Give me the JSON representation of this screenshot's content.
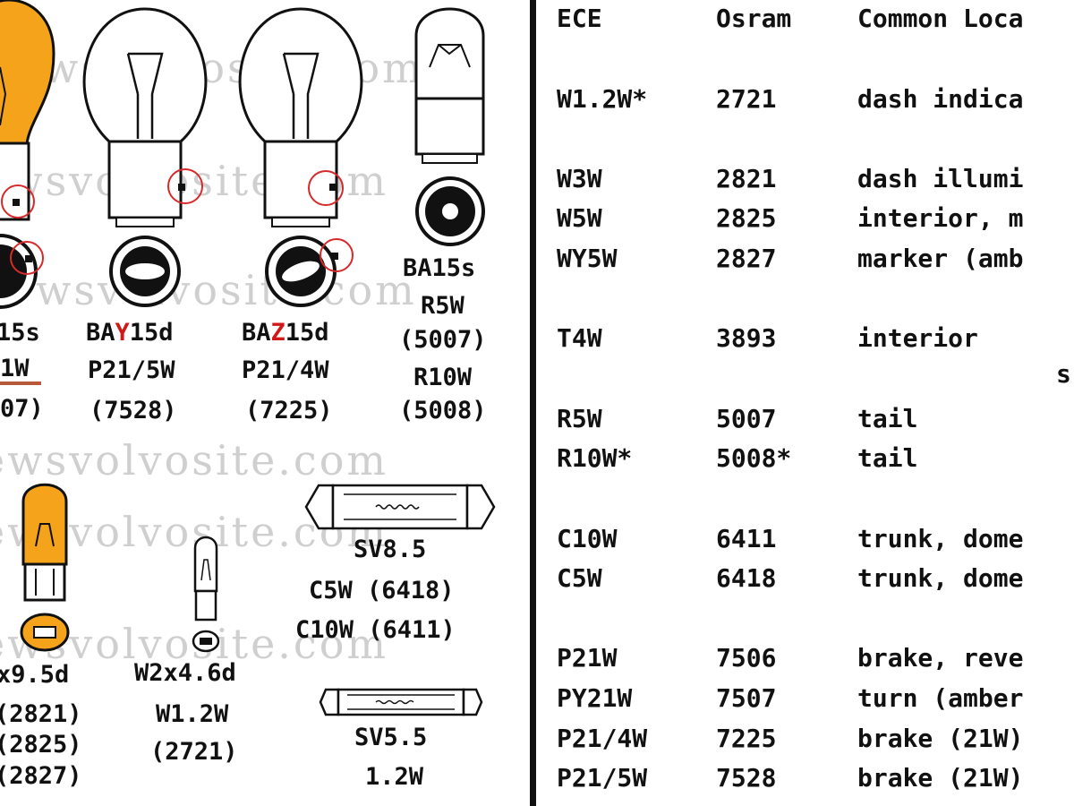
{
  "bulbs": {
    "b1": {
      "base": "15s",
      "type": "1W",
      "num": "07)"
    },
    "b2": {
      "base_pre": "BA",
      "base_red": "Y",
      "base_post": "15d",
      "type": "P21/5W",
      "num": "(7528)"
    },
    "b3": {
      "base_pre": "BA",
      "base_red": "Z",
      "base_post": "15d",
      "type": "P21/4W",
      "num": "(7225)"
    },
    "b4": {
      "base": "BA15s",
      "type1": "R5W",
      "num1": "(5007)",
      "type2": "R10W",
      "num2": "(5008)"
    },
    "b5": {
      "base": "x9.5d",
      "n1": "(2821)",
      "n2": "(2825)",
      "n3": "(2827)"
    },
    "b6": {
      "base": "W2x4.6d",
      "type": "W1.2W",
      "num": "(2721)"
    },
    "f1": {
      "base": "SV8.5",
      "l1": "C5W (6418)",
      "l2": "C10W (6411)"
    },
    "f2": {
      "base": "SV5.5",
      "l1": "1.2W"
    }
  },
  "watermark": [
    "wsvolvosite.com",
    "ewsvolvosite.com",
    "wsvolvosite.com",
    "ewsvolvosite.com",
    "ewsvolvosite.com",
    "ewsvolvosite.com"
  ],
  "colors": {
    "amber": "#f5a31b",
    "red_circle": "#d62a2a",
    "ink": "#111111"
  },
  "table": {
    "header": {
      "ece": "ECE",
      "osram": "Osram",
      "loc": "Common Loca"
    },
    "rows": [
      {
        "ece": "W1.2W*",
        "osram": "2721",
        "loc": "dash indica"
      },
      {
        "ece": "W3W",
        "osram": "2821",
        "loc": "dash illumi"
      },
      {
        "ece": "W5W",
        "osram": "2825",
        "loc": "interior, m"
      },
      {
        "ece": "WY5W",
        "osram": "2827",
        "loc": "marker (amb"
      },
      {
        "ece": "T4W",
        "osram": "3893",
        "loc": "interior"
      },
      {
        "ece": "",
        "osram": "",
        "loc": "s"
      },
      {
        "ece": "R5W",
        "osram": "5007",
        "loc": "tail"
      },
      {
        "ece": "R10W*",
        "osram": "5008*",
        "loc": "tail"
      },
      {
        "ece": "C10W",
        "osram": "6411",
        "loc": "trunk, dome"
      },
      {
        "ece": "C5W",
        "osram": "6418",
        "loc": "trunk, dome"
      },
      {
        "ece": "P21W",
        "osram": "7506",
        "loc": "brake, reve"
      },
      {
        "ece": "PY21W",
        "osram": "7507",
        "loc": "turn (amber"
      },
      {
        "ece": "P21/4W",
        "osram": "7225",
        "loc": "brake (21W)"
      },
      {
        "ece": "P21/5W",
        "osram": "7528",
        "loc": "brake (21W)"
      }
    ]
  }
}
